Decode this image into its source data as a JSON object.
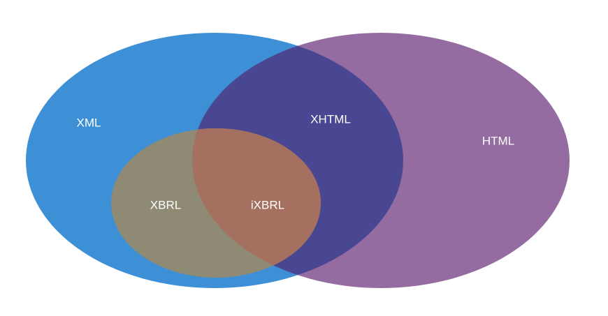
{
  "diagram": {
    "type": "venn",
    "sets": [
      {
        "id": "xml",
        "label": "XML",
        "color": "#3d8fd6"
      },
      {
        "id": "html",
        "label": "HTML",
        "color": "#956ca1"
      },
      {
        "id": "xbrl",
        "label": "XBRL",
        "color": "#8e8a74"
      }
    ],
    "regions": [
      {
        "id": "xhtml",
        "label": "XHTML",
        "sets": [
          "xml",
          "html"
        ],
        "color": "#494791"
      },
      {
        "id": "ixbrl",
        "label": "iXBRL",
        "sets": [
          "xml",
          "html",
          "xbrl"
        ],
        "color": "#a67060"
      }
    ]
  }
}
